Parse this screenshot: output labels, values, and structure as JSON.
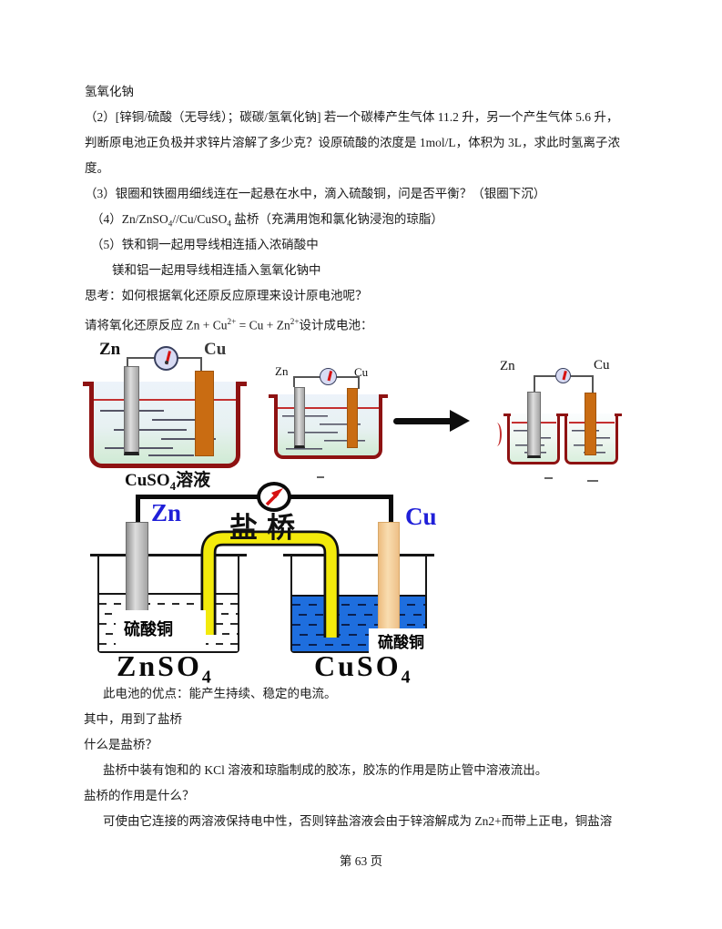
{
  "text_top": {
    "line1": "氢氧化钠",
    "line2": "（2）[锌铜/硫酸（无导线）；碳碳/氢氧化钠] 若一个碳棒产生气体 11.2 升，另一个产生气体 5.6 升，",
    "line3": "判断原电池正负极并求锌片溶解了多少克？设原硫酸的浓度是 1mol/L，体积为 3L，求此时氢离子浓",
    "line4": "度。",
    "line5": "（3）银圈和铁圈用细线连在一起悬在水中，滴入硫酸铜，问是否平衡？（银圈下沉）",
    "line6": {
      "p1": "（4）Zn/ZnSO",
      "s1": "4",
      "p2": "//Cu/CuSO",
      "s2": "4",
      "p3": " 盐桥（充满用饱和氯化钠浸泡的琼脂）"
    },
    "line7": "（5）铁和铜一起用导线相连插入浓硝酸中",
    "line8": "镁和铝一起用导线相连插入氢氧化钠中",
    "line9": "思考：如何根据氧化还原反应原理来设计原电池呢？",
    "line10": {
      "p1": "请将氧化还原反应  Zn + Cu",
      "s1": "2+",
      "p2": " = Cu + Zn",
      "s2": "2+",
      "p3": "设计成电池："
    }
  },
  "fig_single_cell": {
    "zn_label": "Zn",
    "cu_label": "Cu",
    "caption": {
      "p1": "CuSO",
      "s1": "4",
      "p2": "溶液"
    }
  },
  "fig_small_cell": {
    "zn_label": "Zn",
    "cu_label": "Cu"
  },
  "fig_split_cell": {
    "zn_label": "Zn",
    "cu_label": "Cu"
  },
  "fig_salt_bridge": {
    "zn_label": "Zn",
    "cu_label": "Cu",
    "bridge_label": "盐桥",
    "left_overlay": "硫酸铜",
    "right_overlay": "硫酸铜",
    "left_caption": {
      "p1": "ZnSO",
      "s1": "4"
    },
    "right_caption": {
      "p1": "CuSO",
      "s1": "4"
    }
  },
  "text_bottom": {
    "line1": "此电池的优点：能产生持续、稳定的电流。",
    "line2": "其中，用到了盐桥",
    "line3": "什么是盐桥？",
    "line4": "盐桥中装有饱和的 KCl 溶液和琼脂制成的胶冻，胶冻的作用是防止管中溶液流出。",
    "line5": "盐桥的作用是什么？",
    "line6": "可使由它连接的两溶液保持电中性，否则锌盐溶液会由于锌溶解成为 Zn2+而带上正电，铜盐溶"
  },
  "footer": {
    "page_number": "第 63 页"
  },
  "colors": {
    "beaker_red": "#8e1212",
    "solution_blue": "#1e6ede",
    "bridge_yellow": "#f3ea0b",
    "label_blue": "#1f1fd8",
    "copper": "#c96c12",
    "needle_red": "#d61111"
  }
}
